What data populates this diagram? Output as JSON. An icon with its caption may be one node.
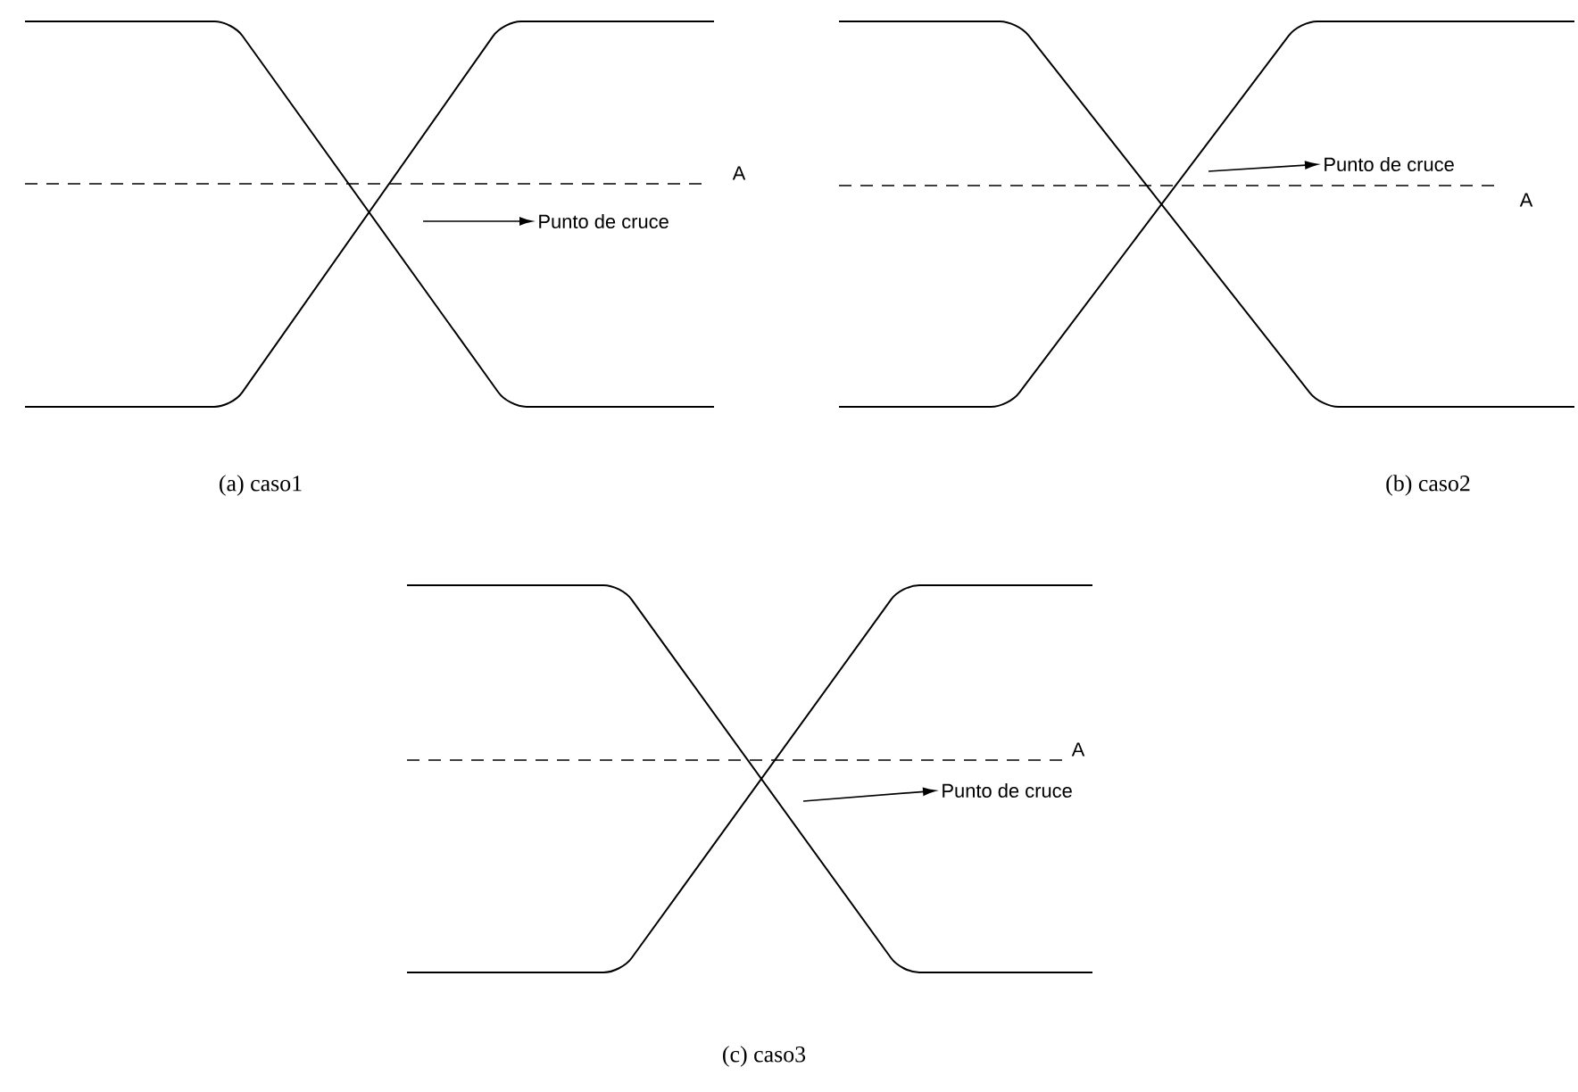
{
  "diagram": {
    "nodes": [
      {
        "text": [
          "Punto de cruce"
        ]
      },
      {
        "text": [
          "Punto de cruce"
        ]
      },
      {
        "text": [
          "Punto de cruce"
        ]
      }
    ],
    "edges": [
      {
        "from": null,
        "to": 0,
        "arrow": "to"
      },
      {
        "from": null,
        "to": 1,
        "arrow": "to"
      },
      {
        "from": null,
        "to": 2,
        "arrow": "to"
      }
    ],
    "labels": [
      "A",
      "(a) caso1",
      "A",
      "(b) caso2",
      "A",
      "(c) caso3"
    ]
  }
}
